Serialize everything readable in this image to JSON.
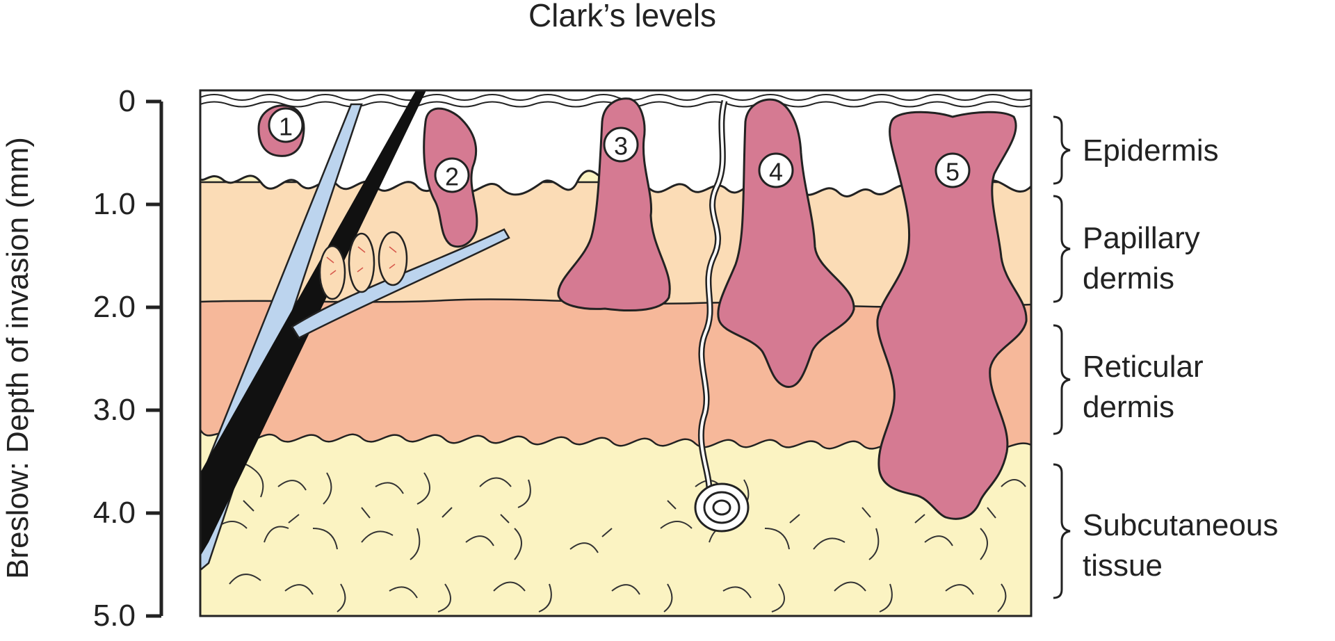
{
  "title": "Clark’s levels",
  "y_axis": {
    "label": "Breslow: Depth of invasion (mm)",
    "ticks": [
      "0",
      "1.0",
      "2.0",
      "3.0",
      "4.0",
      "5.0"
    ]
  },
  "layers": [
    {
      "lines": [
        "Epidermis"
      ],
      "color": "#ffffff"
    },
    {
      "lines": [
        "Papillary",
        "dermis"
      ],
      "color": "#fbdcb6"
    },
    {
      "lines": [
        "Reticular",
        "dermis"
      ],
      "color": "#f6b89a"
    },
    {
      "lines": [
        "Subcutaneous",
        "tissue"
      ],
      "color": "#fbf3c2"
    }
  ],
  "clark_levels": [
    "1",
    "2",
    "3",
    "4",
    "5"
  ],
  "colors": {
    "tumor": "#d57a92",
    "outline": "#222222",
    "hair": "#111111",
    "vessel": "#bcd4ee"
  }
}
